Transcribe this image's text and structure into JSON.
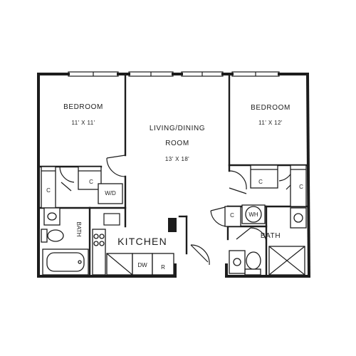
{
  "rooms": {
    "bedroom_left": {
      "label": "BEDROOM",
      "dims": "11' X 11'"
    },
    "living": {
      "label_line1": "LIVING/DINING",
      "label_line2": "ROOM",
      "dims": "13' X 18'"
    },
    "bedroom_right": {
      "label": "BEDROOM",
      "dims": "11' X 12'"
    },
    "kitchen": {
      "label": "KITCHEN"
    },
    "bath_left": {
      "label": "BATH"
    },
    "bath_right": {
      "label": "BATH"
    }
  },
  "fixtures": {
    "closet": "C",
    "washer_dryer": "W/D",
    "water_heater": "WH",
    "dishwasher": "DW",
    "refrigerator": "R"
  }
}
